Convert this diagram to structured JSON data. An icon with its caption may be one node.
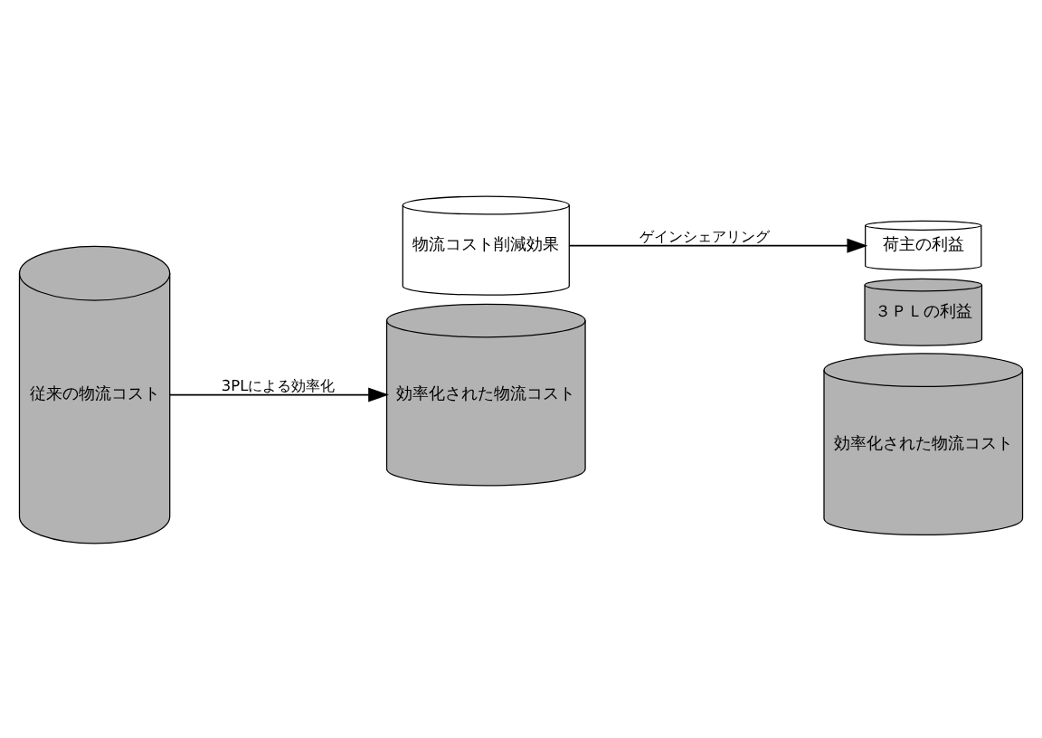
{
  "diagram": {
    "nodes": [
      {
        "text": [
          "従来の物流コスト"
        ]
      },
      {
        "text": [
          "物流コスト削減効果"
        ]
      },
      {
        "text": [
          "効率化された物流コスト"
        ]
      },
      {
        "text": [
          "荷主の利益"
        ]
      },
      {
        "text": [
          "３ＰＬの利益"
        ]
      },
      {
        "text": [
          "効率化された物流コスト"
        ]
      }
    ],
    "edges": [
      {
        "from": 0,
        "to": 2,
        "arrow": "to",
        "label": "3PLによる効率化"
      },
      {
        "from": 1,
        "to": 3,
        "arrow": "to",
        "label": "ゲインシェアリング"
      }
    ]
  }
}
